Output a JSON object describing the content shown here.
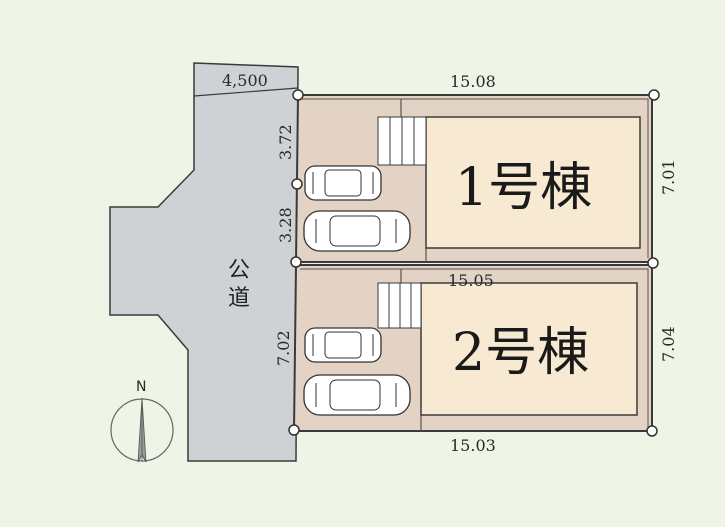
{
  "buildings": [
    {
      "label": "1号棟"
    },
    {
      "label": "2号棟"
    }
  ],
  "road": {
    "label_line1": "公",
    "label_line2": "道",
    "width": "4,500"
  },
  "dimensions": {
    "top": "15.08",
    "middle": "15.05",
    "bottom": "15.03",
    "lot1_right": "7.01",
    "lot2_right": "7.04",
    "lot1_left_upper": "3.72",
    "lot1_left_lower": "3.28",
    "lot2_left": "7.02"
  },
  "compass": {
    "label": "N"
  },
  "colors": {
    "background": "#eef4e6",
    "road": "#cfd2d4",
    "lot": "#e3d3c4",
    "building": "#f8ead2",
    "outline": "#3a3a3a"
  }
}
